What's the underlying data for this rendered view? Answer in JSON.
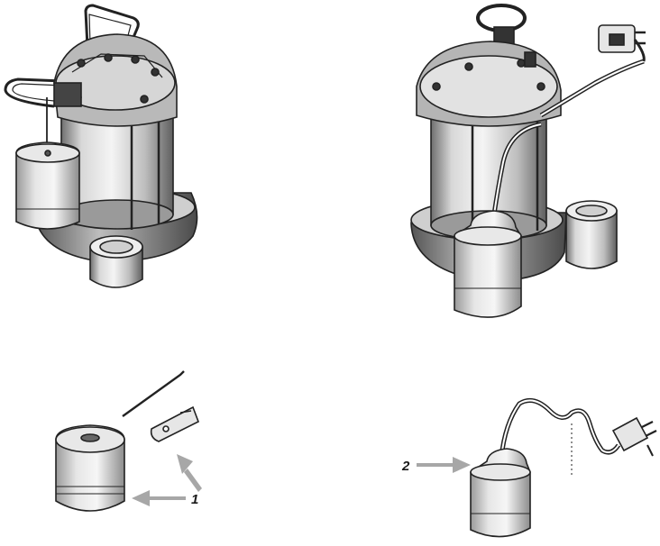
{
  "callouts": {
    "label_1": "1",
    "label_2": "2"
  },
  "colors": {
    "line": "#222222",
    "pump_body": "#dcdcdc",
    "pump_dark": "#8a8a8a",
    "float_body": "#d9d9d9",
    "float_band": "#f2f2f2",
    "arrow": "#a7a7a7",
    "background": "#ffffff"
  },
  "figures": [
    {
      "name": "vertical-float-pump"
    },
    {
      "name": "tethered-float-pump"
    },
    {
      "name": "vertical-float-kit"
    },
    {
      "name": "tethered-float-switch"
    }
  ]
}
